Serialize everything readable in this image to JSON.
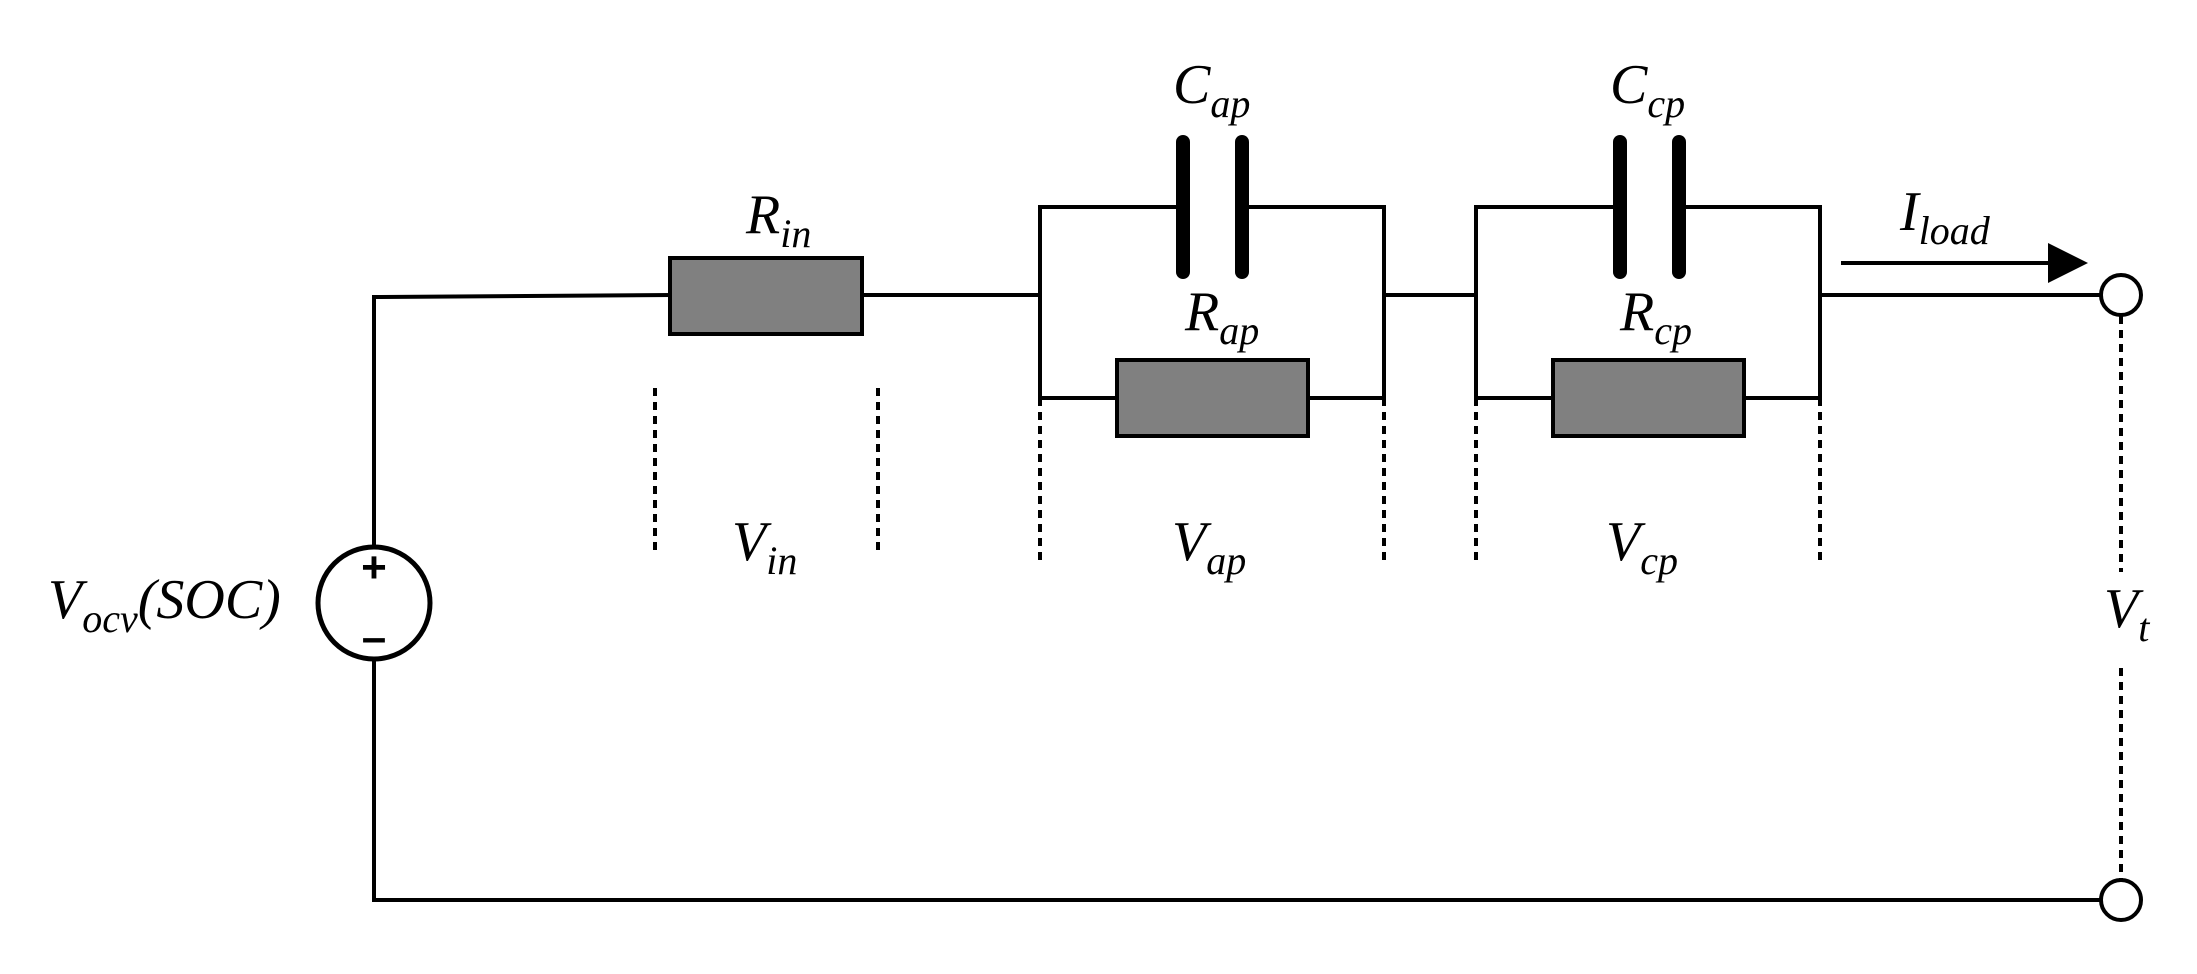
{
  "colors": {
    "wire": "#000000",
    "resistor_fill": "#808080",
    "background": "#ffffff"
  },
  "source": {
    "label_main": "V",
    "label_sub": "ocv",
    "label_suffix": "(SOC)",
    "plus": "+",
    "minus": "–"
  },
  "components": {
    "r_in": {
      "main": "R",
      "sub": "in"
    },
    "c_ap": {
      "main": "C",
      "sub": "ap"
    },
    "r_ap": {
      "main": "R",
      "sub": "ap"
    },
    "c_cp": {
      "main": "C",
      "sub": "cp"
    },
    "r_cp": {
      "main": "R",
      "sub": "cp"
    }
  },
  "voltages": {
    "v_in": {
      "main": "V",
      "sub": "in"
    },
    "v_ap": {
      "main": "V",
      "sub": "ap"
    },
    "v_cp": {
      "main": "V",
      "sub": "cp"
    },
    "v_t": {
      "main": "V",
      "sub": "t"
    }
  },
  "current": {
    "main": "I",
    "sub": "load"
  }
}
